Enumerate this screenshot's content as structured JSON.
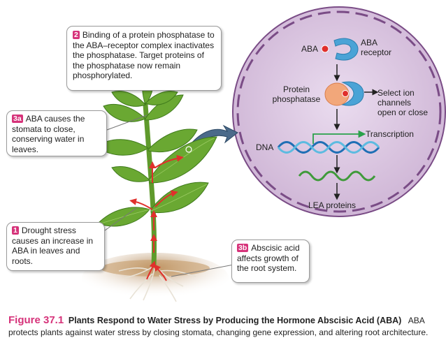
{
  "callouts": {
    "c2": {
      "badge": "2",
      "text": "Binding of a protein phosphatase to the ABA–receptor complex inactivates the phosphatase. Target proteins of the phosphatase now remain phosphorylated."
    },
    "c3a": {
      "badge": "3a",
      "text": "ABA causes the stomata to close, conserving water in leaves."
    },
    "c1": {
      "badge": "1",
      "text": "Drought stress causes an increase in ABA in leaves and roots."
    },
    "c3b": {
      "badge": "3b",
      "text": "Abscisic acid affects growth of the root system."
    }
  },
  "cell": {
    "aba": "ABA",
    "receptor_line1": "ABA",
    "receptor_line2": "receptor",
    "phosphatase_line1": "Protein",
    "phosphatase_line2": "phosphatase",
    "ion_line1": "Select ion",
    "ion_line2": "channels",
    "ion_line3": "open or close",
    "transcription": "Transcription",
    "dna": "DNA",
    "lea": "LEA proteins"
  },
  "caption": {
    "number": "Figure 37.1",
    "title": "Plants Respond to Water Stress by Producing the Hormone Abscisic Acid (ABA)",
    "body": "ABA protects plants against water stress by closing stomata, changing gene expression, and altering root architecture."
  },
  "colors": {
    "badge": "#d6337a",
    "cell_fill": "#d9c6de",
    "cell_border": "#7a4c86",
    "leaf": "#5f9a2c",
    "arrow_red": "#e0302c",
    "receptor": "#4aa3d6",
    "phosphatase": "#f2a77a",
    "transcription_arrow": "#2aa14a"
  }
}
